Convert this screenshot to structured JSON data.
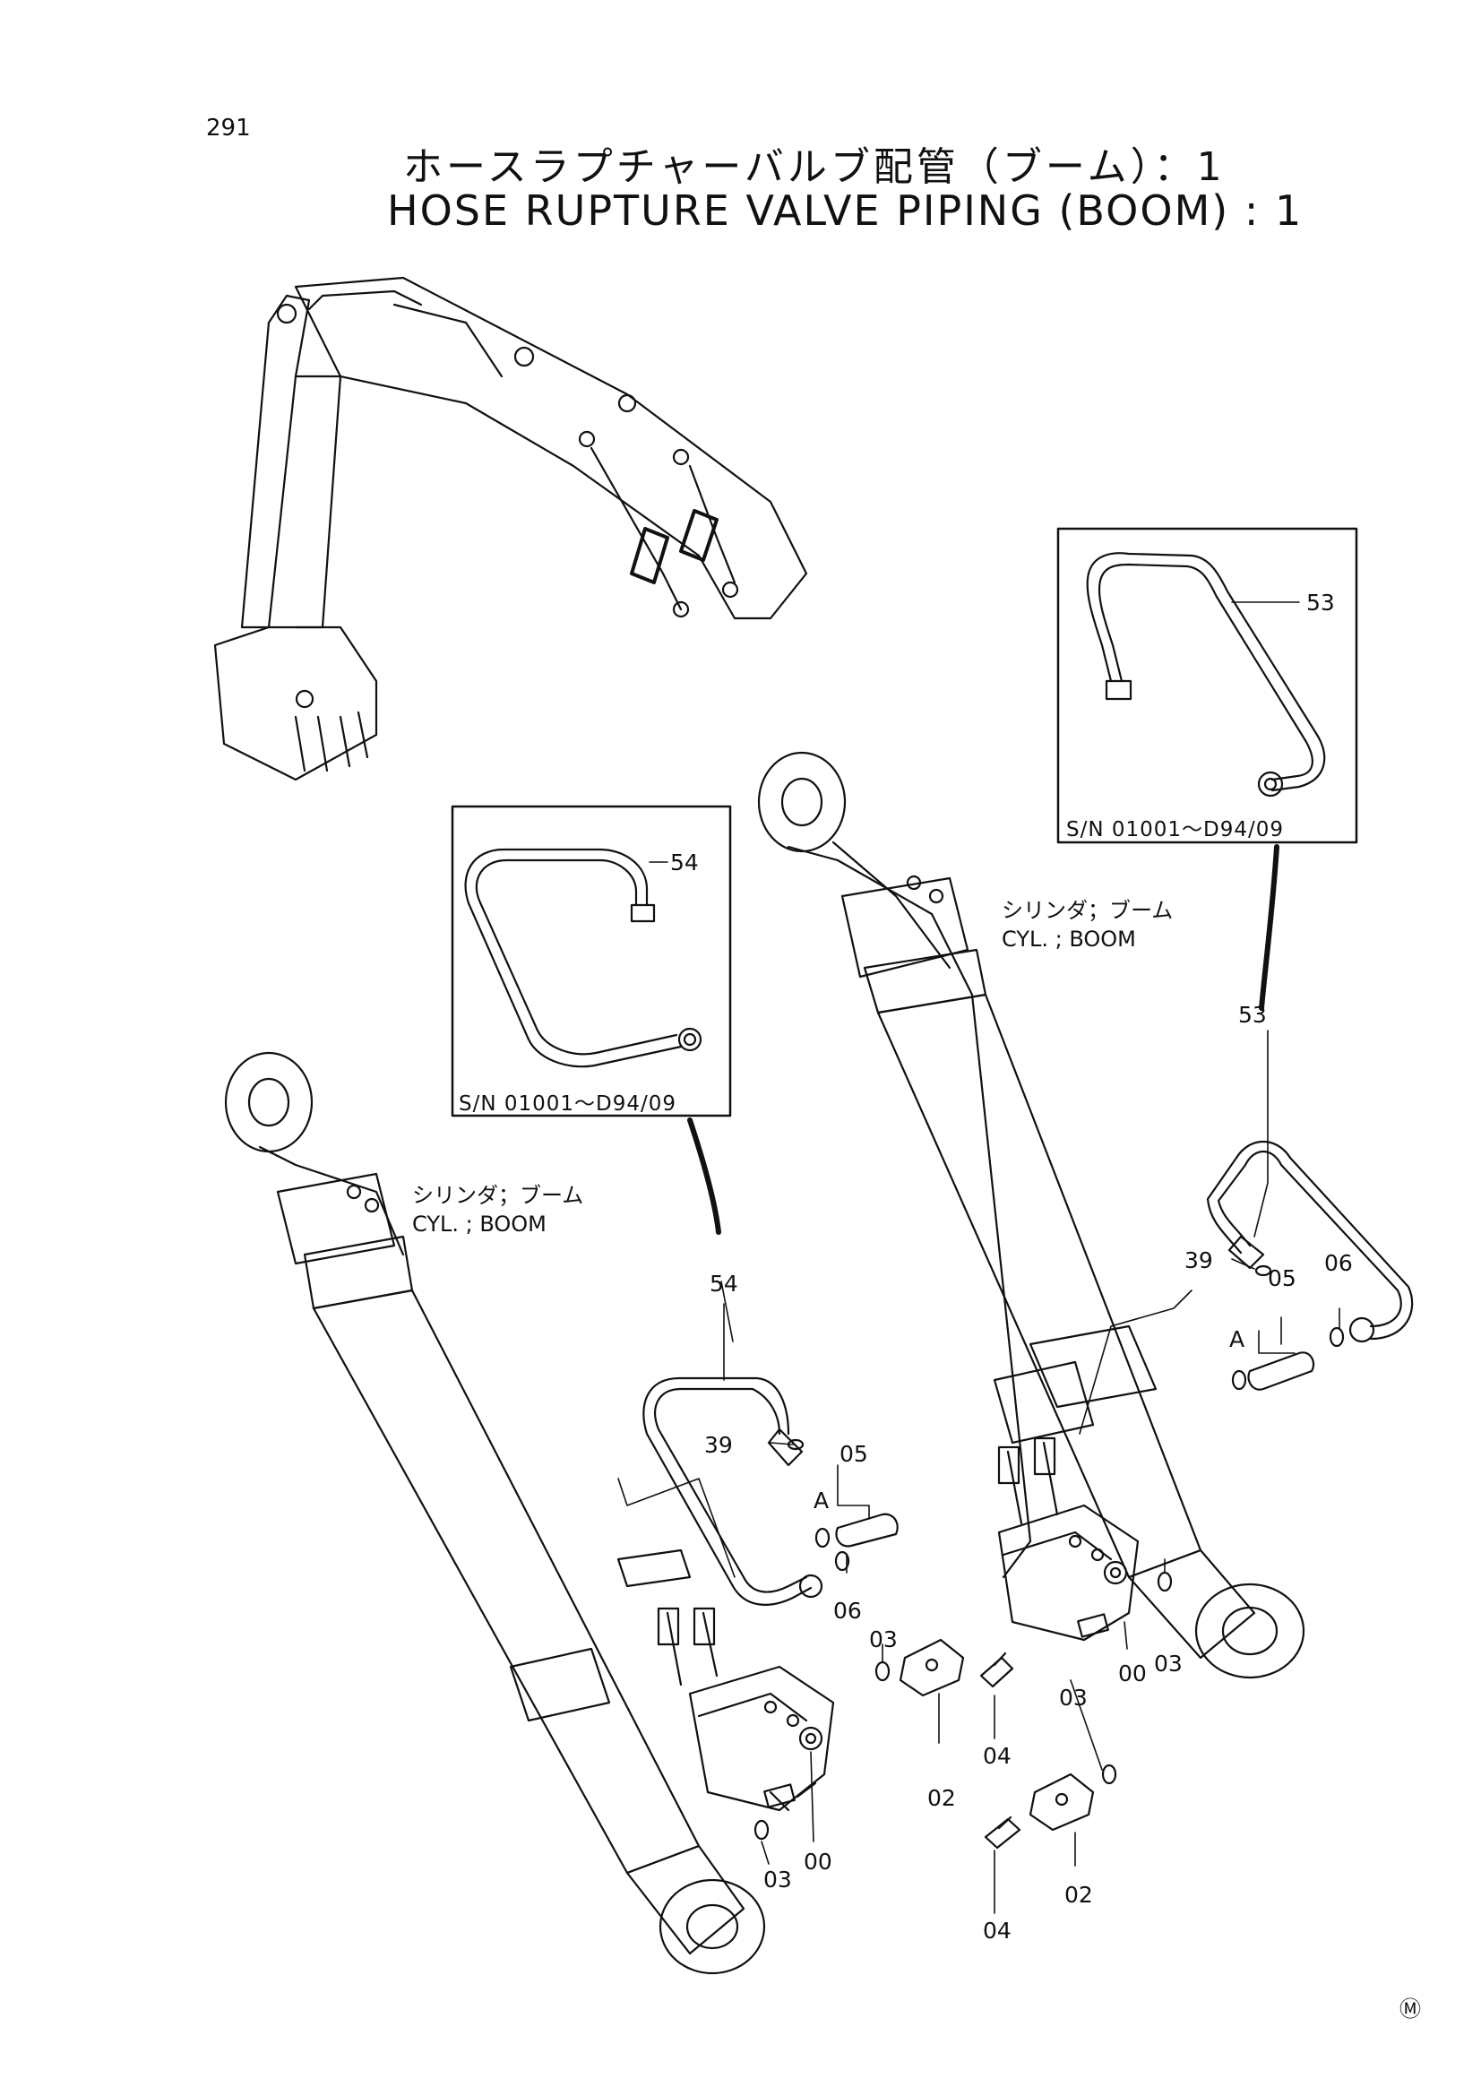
{
  "page_number": "291",
  "title": {
    "japanese": "ホースラプチャーバルブ配管（ブーム）：1",
    "english": "HOSE RUPTURE VALVE PIPING (BOOM) : 1"
  },
  "cylinder_label": {
    "japanese": "シリンダ；ブーム",
    "english": "CYL. ; BOOM"
  },
  "serial_range": "S/N  01001～D94/09",
  "detail_mark": "A",
  "callouts": {
    "p53_box": "53",
    "p53_main": "53",
    "p54_box": "54",
    "p54_main": "54",
    "p39_left": "39",
    "p39_right": "39",
    "p05_left": "05",
    "p05_right": "05",
    "p06_left": "06",
    "p06_right": "06",
    "p03_a": "03",
    "p03_b": "03",
    "p03_c": "03",
    "p03_d": "03",
    "p02_left": "02",
    "p02_right": "02",
    "p04_left": "04",
    "p04_right": "04",
    "p00_left": "00",
    "p00_right": "00"
  },
  "corner_mark": "Ⓜ"
}
